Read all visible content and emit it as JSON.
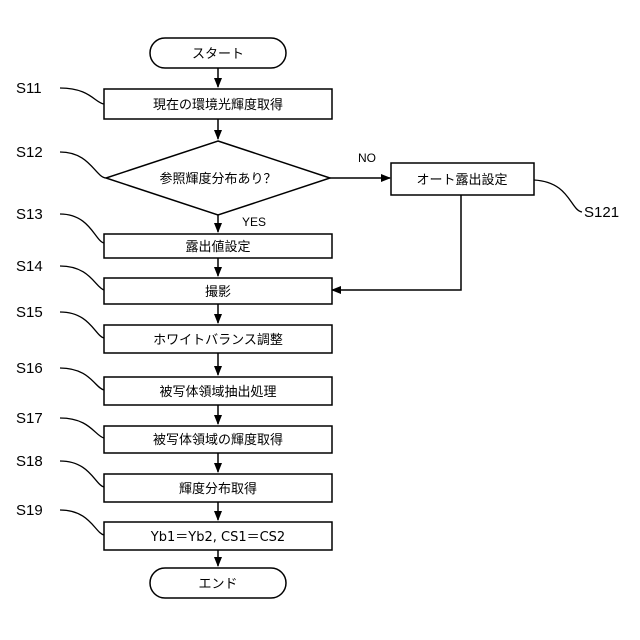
{
  "nodes": {
    "start": {
      "text": "スタート"
    },
    "s11": {
      "step": "S11",
      "text": "現在の環境光輝度取得"
    },
    "s12": {
      "step": "S12",
      "text": "参照輝度分布あり？"
    },
    "s121": {
      "step": "S121",
      "text": "オート露出設定"
    },
    "s13": {
      "step": "S13",
      "text": "露出値設定"
    },
    "s14": {
      "step": "S14",
      "text": "撮影"
    },
    "s15": {
      "step": "S15",
      "text": "ホワイトバランス調整"
    },
    "s16": {
      "step": "S16",
      "text": "被写体領域抽出処理"
    },
    "s17": {
      "step": "S17",
      "text": "被写体領域の輝度取得"
    },
    "s18": {
      "step": "S18",
      "text": "輝度分布取得"
    },
    "s19": {
      "step": "S19",
      "text": "Yb1＝Yb2, CS1＝CS2"
    },
    "end": {
      "text": "エンド"
    }
  },
  "branches": {
    "yes": "YES",
    "no": "NO"
  }
}
